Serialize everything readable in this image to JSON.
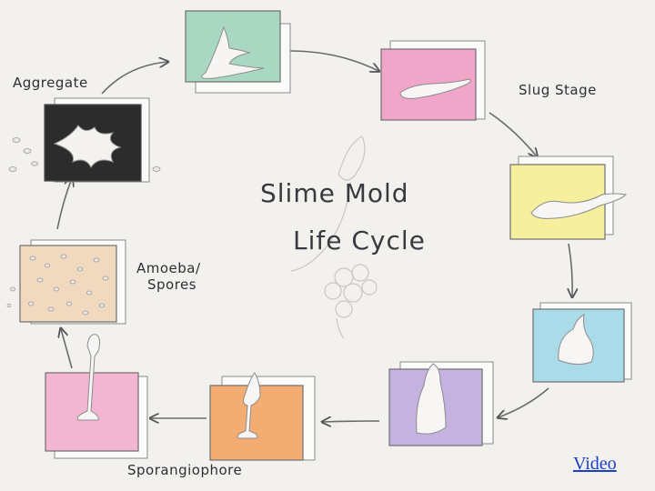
{
  "title": {
    "line1": "Slime Mold",
    "line2": "Life Cycle"
  },
  "stages": {
    "aggregate": "Aggregate",
    "slug": "Slug Stage",
    "amoeba_line1": "Amoeba/",
    "amoeba_line2": "Spores",
    "sporangiophore": "Sporangiophore"
  },
  "link": {
    "video": "Video"
  },
  "colors": {
    "top": "#a9d8c2",
    "pink": "#f0a6c8",
    "yellow": "#f6ef9e",
    "blue": "#a9dbe8",
    "violet": "#c4b2e0",
    "orange": "#f3ad73",
    "rose": "#f2b6d3",
    "dark": "#2c2c2c",
    "sand": "#f1d9bf"
  }
}
